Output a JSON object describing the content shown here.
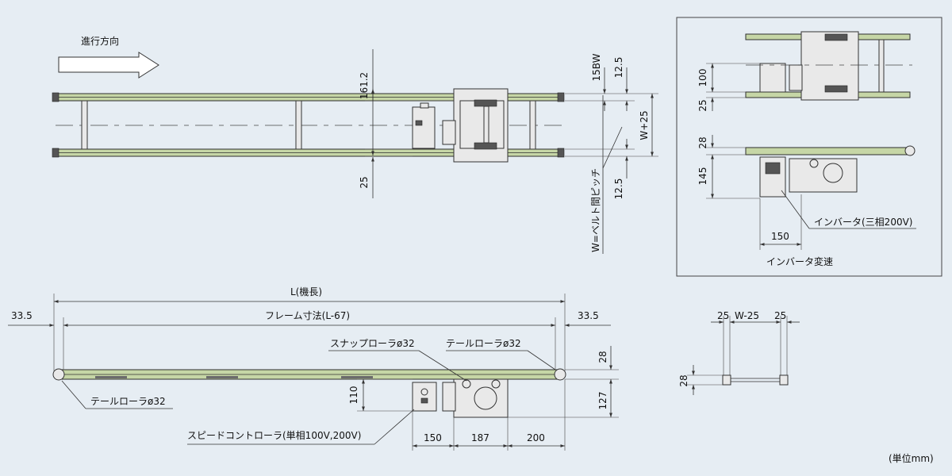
{
  "labels": {
    "direction": "進行方向",
    "d161": "161.2",
    "d25_left": "25",
    "d15bw": "15BW",
    "d125_top": "12.5",
    "d125_bot": "12.5",
    "w_pitch": "W=ベルト間ピッチ",
    "w_plus": "W+25",
    "inv_title": "インバータ変速",
    "inv_label": "インバータ(三相200V)",
    "inv_100": "100",
    "inv_25": "25",
    "inv_28": "28",
    "inv_145": "145",
    "inv_150": "150",
    "L": "L(機長)",
    "frame": "フレーム寸法(L-67)",
    "d335_left": "33.5",
    "d335_right": "33.5",
    "snap": "スナップローラø32",
    "tail_right": "テールローラø32",
    "tail_left": "テールローラø32",
    "speed": "スピードコントローラ(単相100V,200V)",
    "d110": "110",
    "d28_right": "28",
    "d127": "127",
    "d150": "150",
    "d187": "187",
    "d200": "200",
    "sec_25a": "25",
    "sec_w25": "W-25",
    "sec_25b": "25",
    "sec_28": "28",
    "unit": "(単位mm)"
  }
}
